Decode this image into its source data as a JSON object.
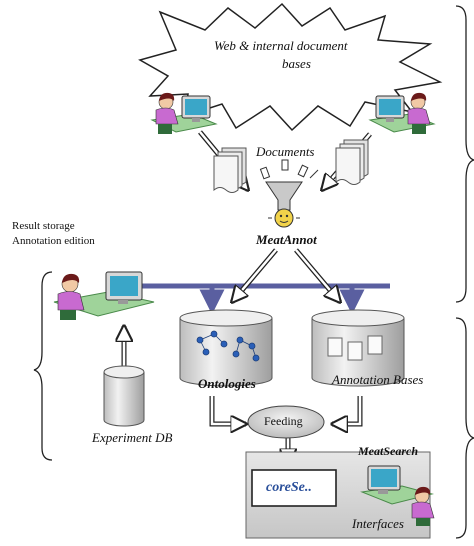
{
  "cloud": {
    "line1": "Web & internal document",
    "line2": "bases"
  },
  "labels": {
    "documents": "Documents",
    "result_storage": "Result storage",
    "annotation_edition": "Annotation edition",
    "meatannot": "MeatAnnot",
    "ontologies": "Ontologies",
    "annotation_bases": "Annotation Bases",
    "experiment_db": "Experiment DB",
    "feeding": "Feeding",
    "meatsearch": "MeatSearch",
    "interfaces": "Interfaces",
    "corese": "coreSe.."
  },
  "colors": {
    "link_bar": "#5a5fa0",
    "shirt": "#c86ad0",
    "hair": "#6b1a1a",
    "monitor_screen": "#3aa6c8",
    "desk": "#9fd39a",
    "cylinder": "#d9d9d9",
    "panel": "#d4d4d4",
    "feeding_fill": "#d8d8d8",
    "corese_text": "#2a4f9a"
  }
}
